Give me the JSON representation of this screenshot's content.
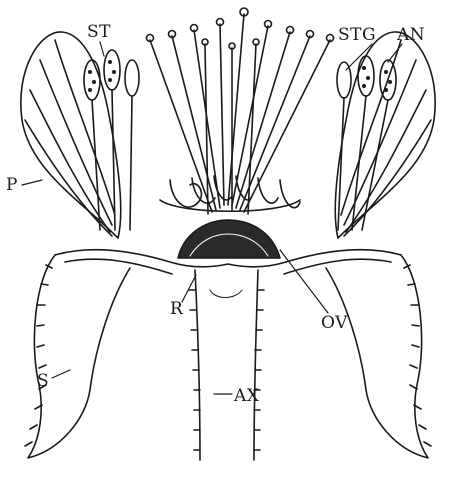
{
  "labels": {
    "st": "ST",
    "stg": "STG",
    "an": "AN",
    "p": "P",
    "r": "R",
    "ov": "OV",
    "s": "S",
    "ax": "AX"
  },
  "colors": {
    "ink": "#1a1a1a",
    "paper": "#ffffff"
  }
}
